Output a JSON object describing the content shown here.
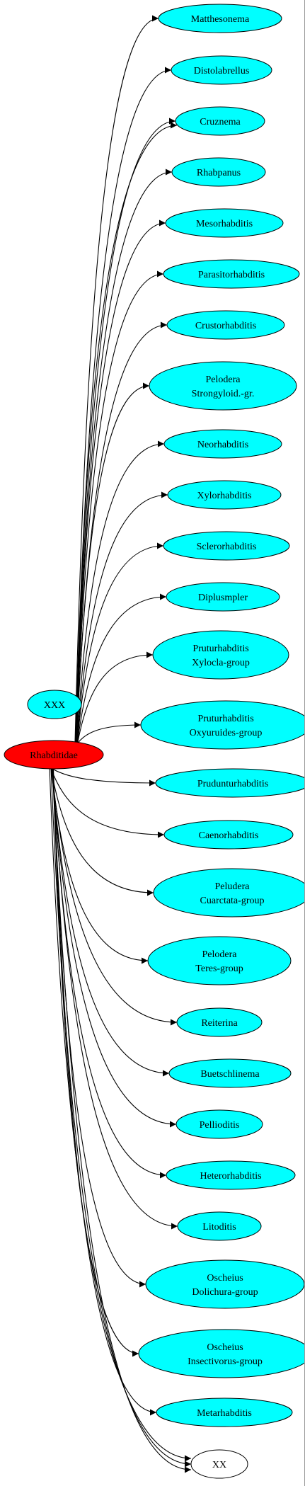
{
  "root": {
    "label": "Rhabditidae",
    "fill": "#ff0000"
  },
  "isolated": {
    "label": "XXX",
    "fill": "#00ffff"
  },
  "sink": {
    "label": "XX",
    "fill": "#ffffff"
  },
  "children": [
    {
      "lines": [
        "Matthesonema"
      ],
      "fill": "#00ffff"
    },
    {
      "lines": [
        "Distolabrellus"
      ],
      "fill": "#00ffff"
    },
    {
      "lines": [
        "Cruznema"
      ],
      "fill": "#00ffff"
    },
    {
      "lines": [
        "Rhabpanus"
      ],
      "fill": "#00ffff"
    },
    {
      "lines": [
        "Mesorhabditis"
      ],
      "fill": "#00ffff"
    },
    {
      "lines": [
        "Parasitorhabditis"
      ],
      "fill": "#00ffff"
    },
    {
      "lines": [
        "Crustorhabditis"
      ],
      "fill": "#00ffff"
    },
    {
      "lines": [
        "Pelodera",
        "Strongyloid.-gr."
      ],
      "fill": "#00ffff"
    },
    {
      "lines": [
        "Neorhabditis"
      ],
      "fill": "#00ffff"
    },
    {
      "lines": [
        "Xylorhabditis"
      ],
      "fill": "#00ffff"
    },
    {
      "lines": [
        "Sclerorhabditis"
      ],
      "fill": "#00ffff"
    },
    {
      "lines": [
        "Diplusmpler"
      ],
      "fill": "#00ffff"
    },
    {
      "lines": [
        "Pruturhabditis",
        "Xylocla-group"
      ],
      "fill": "#00ffff"
    },
    {
      "lines": [
        "Pruturhabditis",
        "Oxyuruides-group"
      ],
      "fill": "#00ffff"
    },
    {
      "lines": [
        "Prudunturhabditis"
      ],
      "fill": "#00ffff"
    },
    {
      "lines": [
        "Caenorhabditis"
      ],
      "fill": "#00ffff"
    },
    {
      "lines": [
        "Peludera",
        "Cuarctata-group"
      ],
      "fill": "#00ffff"
    },
    {
      "lines": [
        "Pelodera",
        "Teres-group"
      ],
      "fill": "#00ffff"
    },
    {
      "lines": [
        "Reiterina"
      ],
      "fill": "#00ffff"
    },
    {
      "lines": [
        "Buetschlinema"
      ],
      "fill": "#00ffff"
    },
    {
      "lines": [
        "Pellioditis"
      ],
      "fill": "#00ffff"
    },
    {
      "lines": [
        "Heterorhabditis"
      ],
      "fill": "#00ffff"
    },
    {
      "lines": [
        "Litoditis"
      ],
      "fill": "#00ffff"
    },
    {
      "lines": [
        "Oscheius",
        "Dolichura-group"
      ],
      "fill": "#00ffff"
    },
    {
      "lines": [
        "Oscheius",
        "Insectivorus-group"
      ],
      "fill": "#00ffff"
    },
    {
      "lines": [
        "Metarhabditis"
      ],
      "fill": "#00ffff"
    }
  ],
  "extra_edges_to_cruznema": 1,
  "edges_to_sink": 3
}
